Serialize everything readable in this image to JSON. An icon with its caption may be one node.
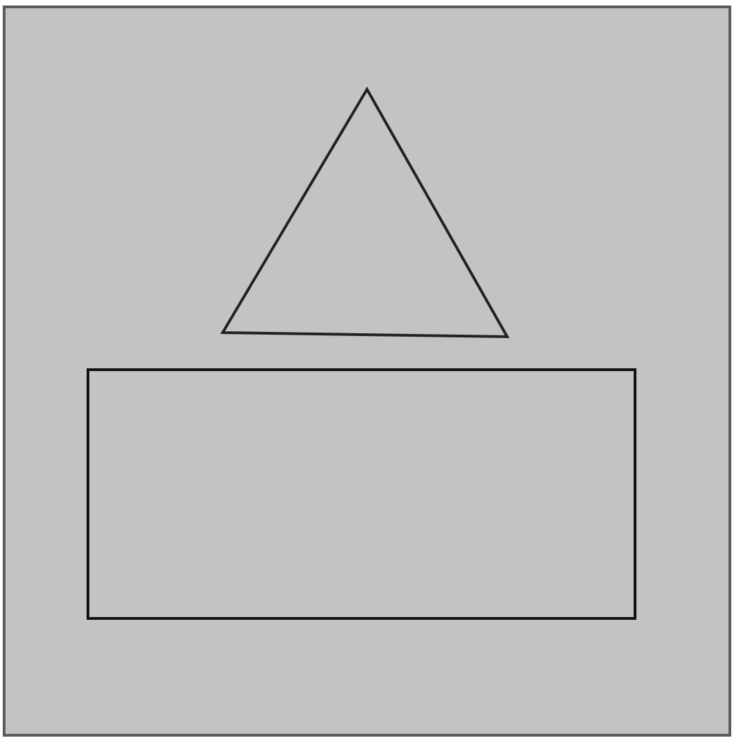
{
  "diagram": {
    "nodes": [
      {
        "text": [],
        "shape": "box"
      },
      {
        "text": [],
        "shape": "triangle",
        "in": 0
      },
      {
        "text": [],
        "shape": "box",
        "in": 0
      }
    ]
  }
}
